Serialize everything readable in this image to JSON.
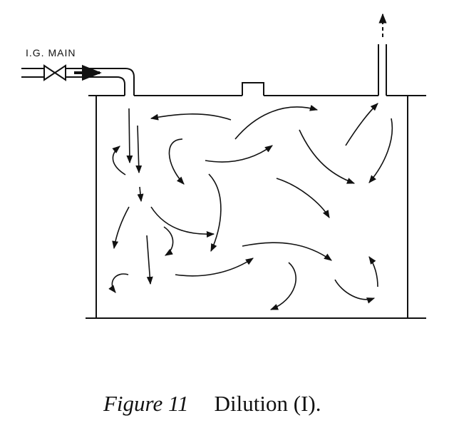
{
  "diagram": {
    "pipe_label": "I.G. MAIN"
  },
  "caption": {
    "figure_number": "Figure 11",
    "title": "Dilution (I)."
  }
}
